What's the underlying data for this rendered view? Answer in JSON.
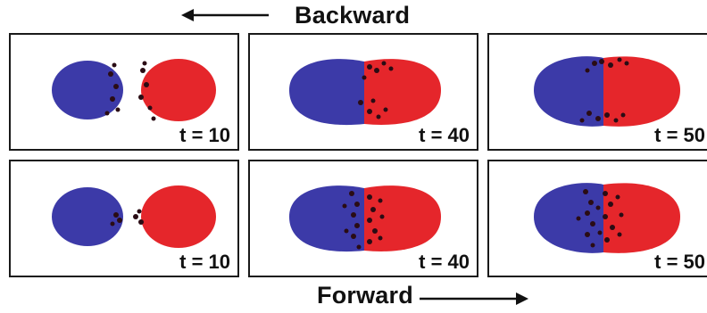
{
  "labels": {
    "backward": "Backward",
    "forward": "Forward"
  },
  "colors": {
    "blue": "#3c3aa8",
    "red": "#e5262b",
    "mixed": "#2a0c14",
    "frame": "#1a1a1a"
  },
  "rows": [
    {
      "name": "backward",
      "panels": [
        {
          "time": "t = 10",
          "mix": 0.15
        },
        {
          "time": "t = 40",
          "mix": 0.5
        },
        {
          "time": "t = 50",
          "mix": 0.6
        }
      ]
    },
    {
      "name": "forward",
      "panels": [
        {
          "time": "t = 10",
          "mix": 0.1
        },
        {
          "time": "t = 40",
          "mix": 0.75
        },
        {
          "time": "t = 50",
          "mix": 0.85
        }
      ]
    }
  ]
}
